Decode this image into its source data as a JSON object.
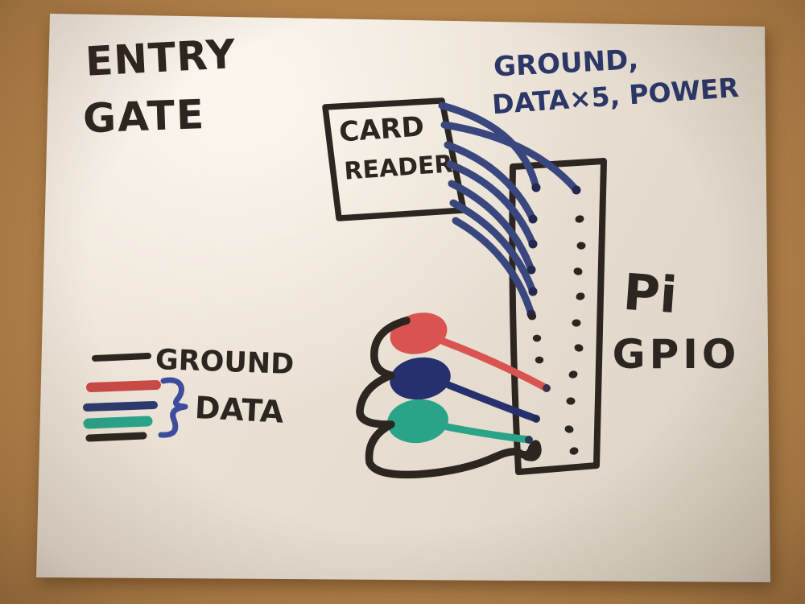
{
  "texts": {
    "title_line1": "ENTRY",
    "title_line2": "GATE",
    "note_line1": "GROUND,",
    "note_line2": "DATA×5, POWER",
    "card_line1": "CARD",
    "card_line2": "READER",
    "pi_line1": "Pi",
    "pi_line2": "GPIO",
    "legend_ground": "GROUND",
    "legend_data": "DATA"
  },
  "diagram": {
    "card_wire_count": 7,
    "gpio_right_pin_count": 10,
    "gpio_left_pin_count": 4,
    "legend_line_colors": [
      "#2d2620",
      "#c84a46",
      "#2d3a6e",
      "#2aa489",
      "#2d2620"
    ],
    "components": [
      {
        "name": "red-wire",
        "color": "#d95450"
      },
      {
        "name": "navy-wire",
        "color": "#27306e"
      },
      {
        "name": "teal-wire",
        "color": "#2aa489"
      }
    ],
    "colors": {
      "marker_black": "#2d2620",
      "marker_blue": "#2c3768",
      "wire_blue": "#3a477e",
      "wire_tip": "#23294e",
      "brace_blue": "#3e4c9e"
    }
  }
}
